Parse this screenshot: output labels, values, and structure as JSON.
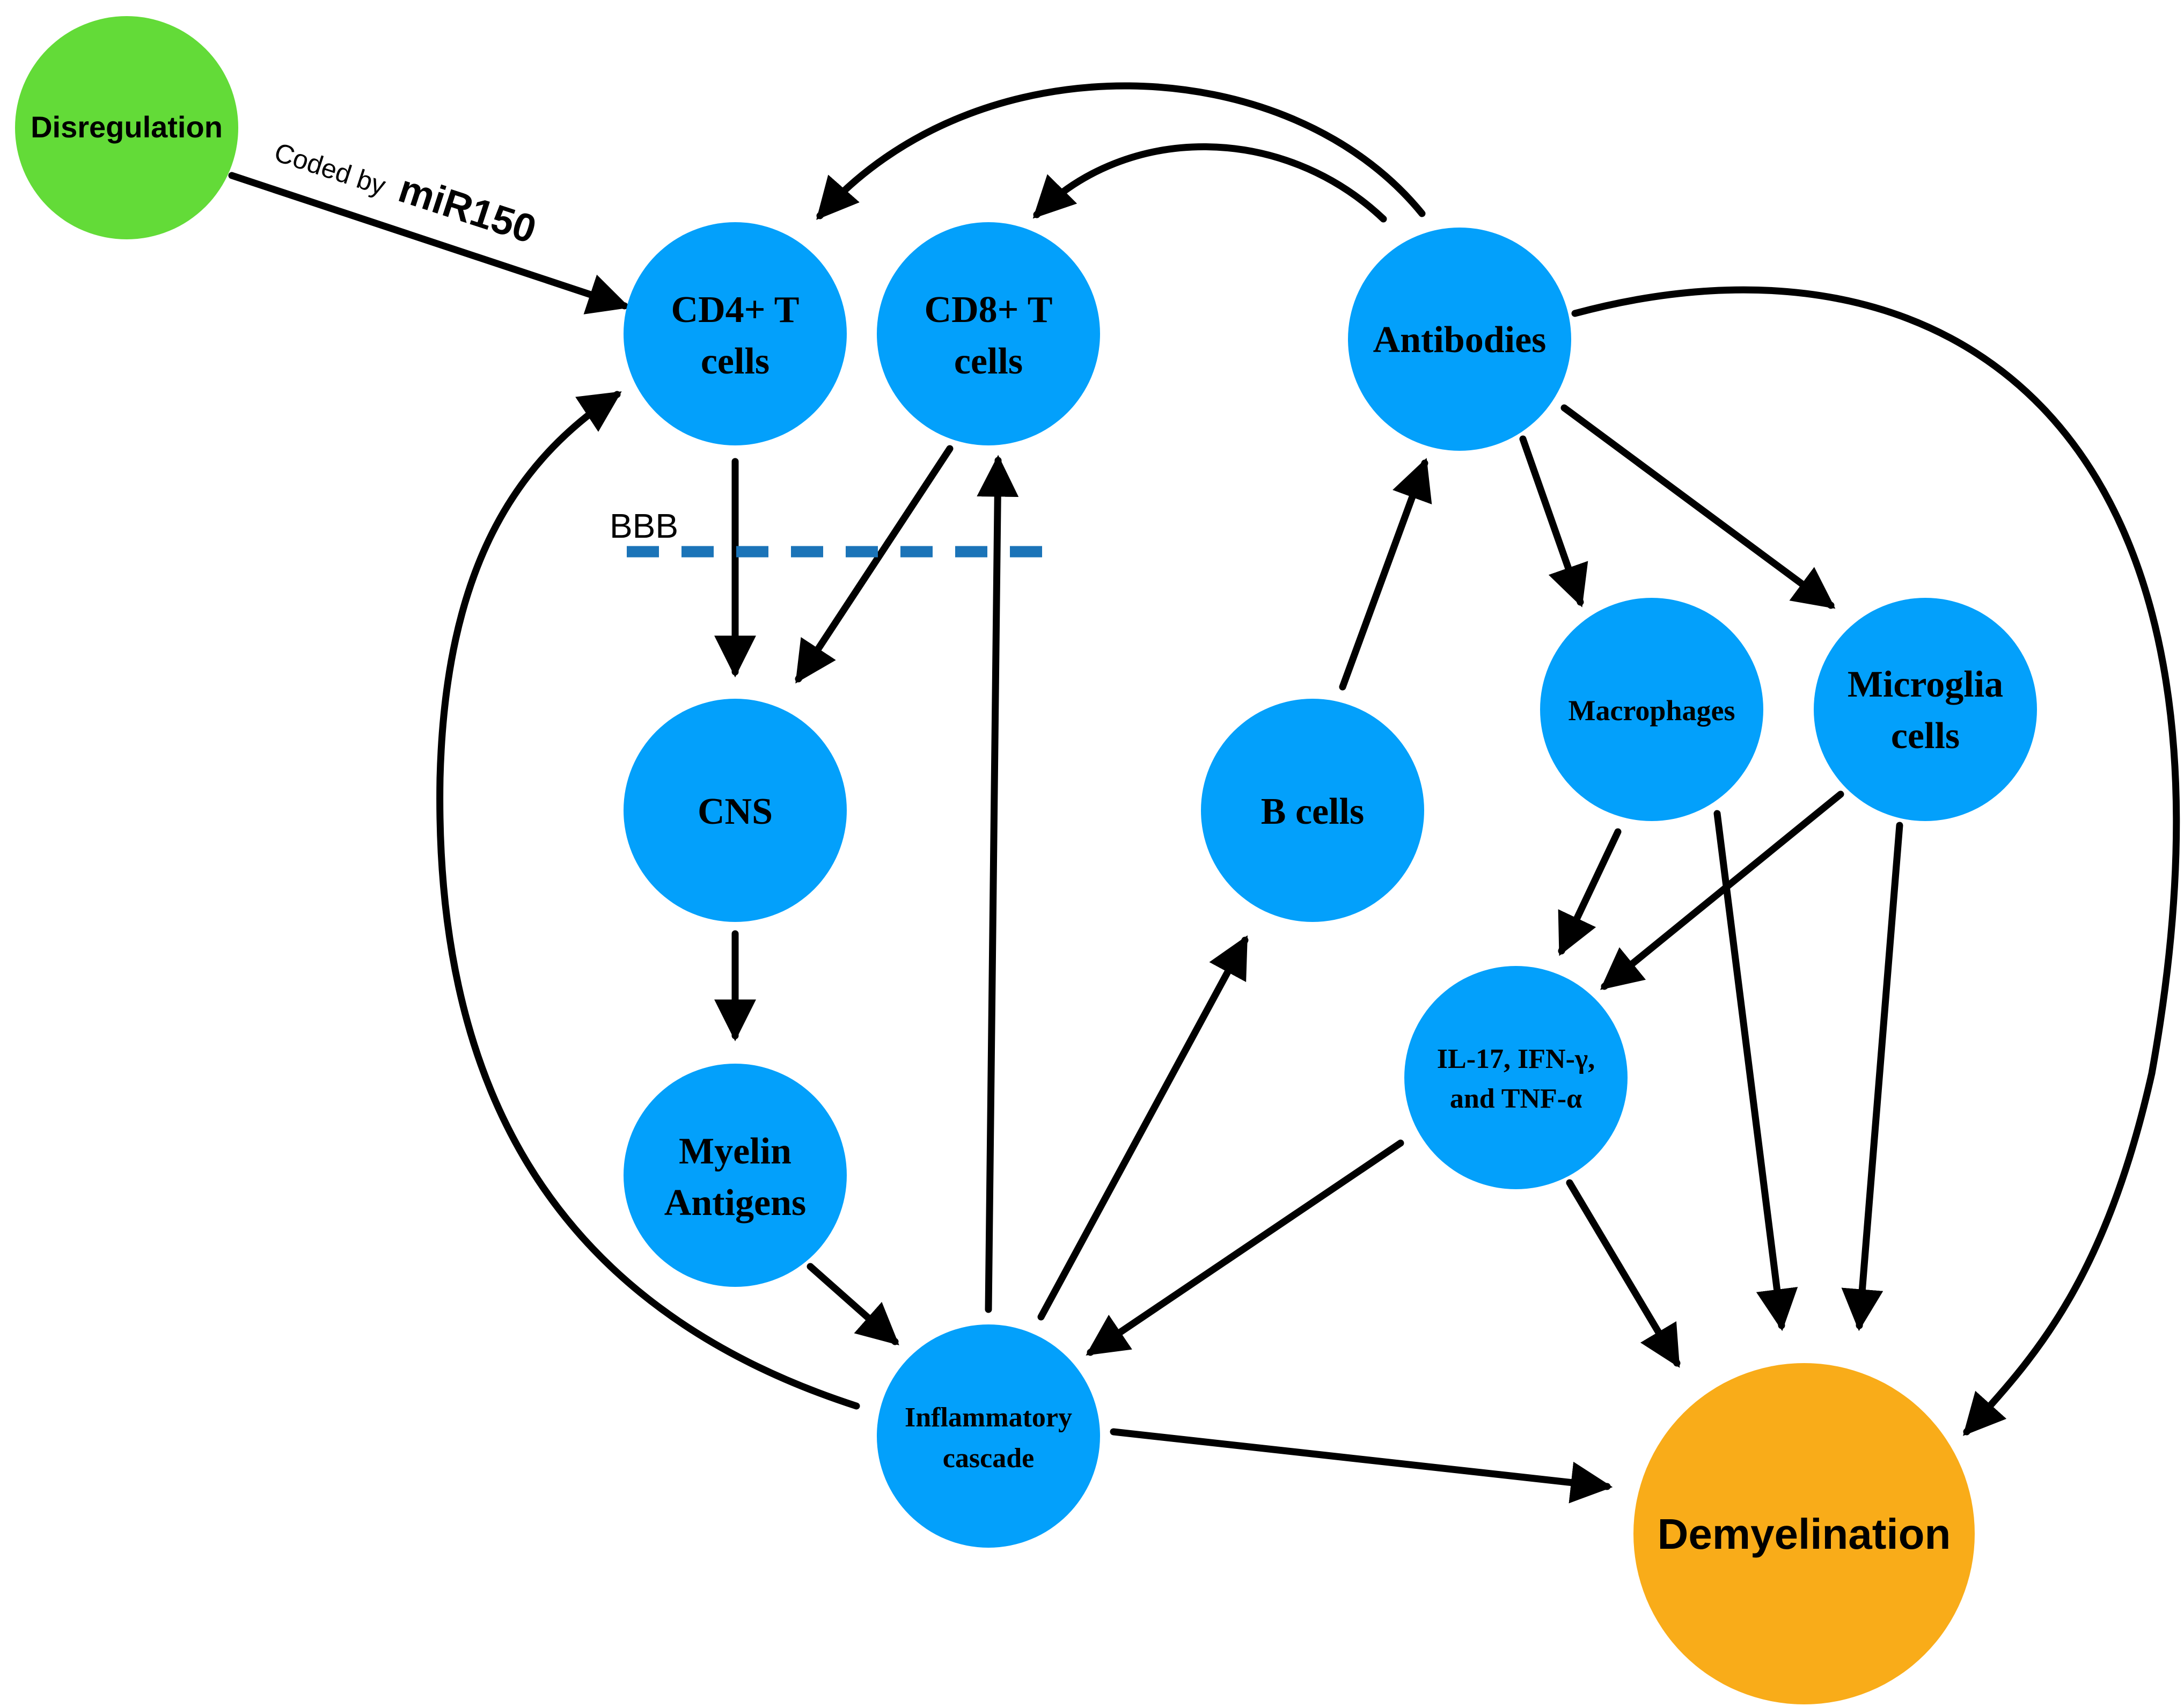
{
  "colors": {
    "node_blue": "#03a0fb",
    "node_green": "#63db38",
    "node_orange": "#f9ac19",
    "arrow": "#000000",
    "bbb_line": "#1b74b8"
  },
  "nodes": {
    "disregulation": {
      "label": "Disregulation"
    },
    "cd4": {
      "line1": "CD4+ T",
      "line2": "cells"
    },
    "cd8": {
      "line1": "CD8+ T",
      "line2": "cells"
    },
    "antibodies": {
      "label": "Antibodies"
    },
    "cns": {
      "label": "CNS"
    },
    "b_cells": {
      "label": "B cells"
    },
    "macrophages": {
      "label": "Macrophages"
    },
    "microglia": {
      "line1": "Microglia",
      "line2": "cells"
    },
    "myelin": {
      "line1": "Myelin",
      "line2": "Antigens"
    },
    "cytokines": {
      "line1": "IL-17, IFN-γ,",
      "line2": "and TNF-α"
    },
    "inflammatory": {
      "line1": "Inflammatory",
      "line2": "cascade"
    },
    "demyelination": {
      "label": "Demyelination"
    }
  },
  "edge_label": {
    "prefix": "Coded by",
    "name": "miR150"
  },
  "bbb": {
    "label": "BBB"
  }
}
